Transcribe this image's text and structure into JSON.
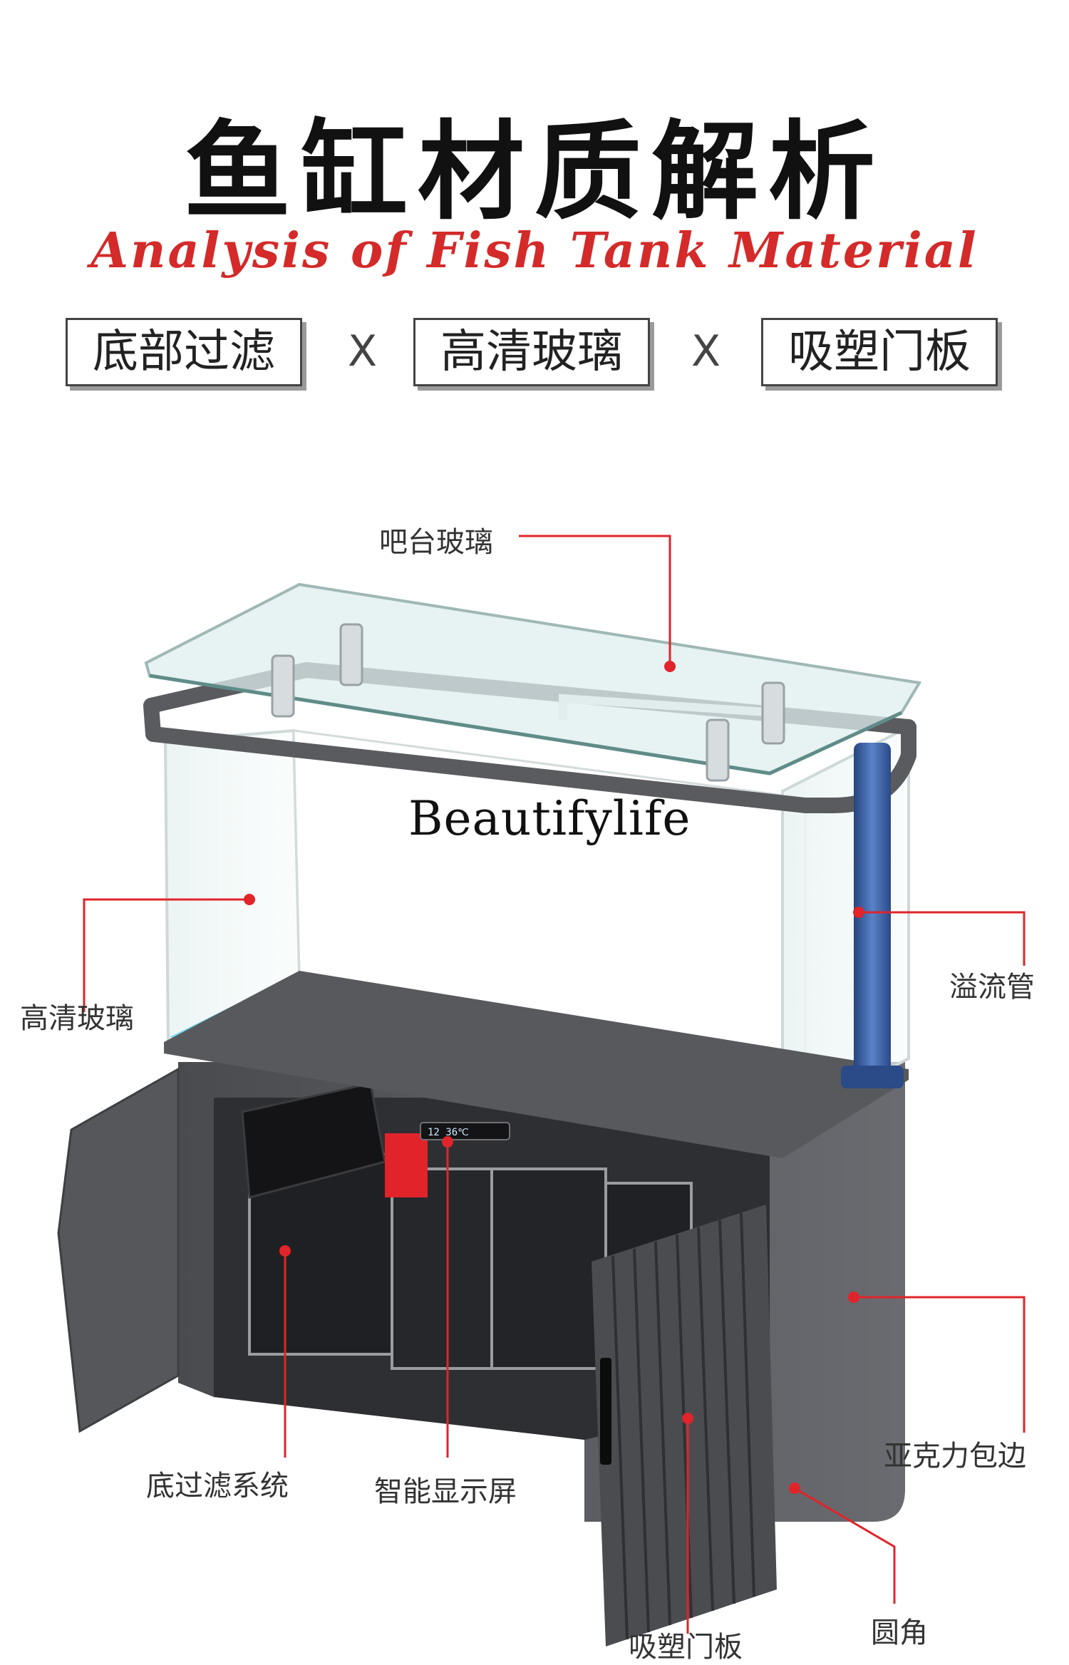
{
  "header": {
    "title": "鱼缸材质解析",
    "subtitle": "Analysis of Fish Tank Material",
    "subtitle_color": "#d42a2a"
  },
  "features": {
    "items": [
      "底部过滤",
      "高清玻璃",
      "吸塑门板"
    ],
    "separator": "X"
  },
  "diagram": {
    "callouts": {
      "bar_glass": "吧台玻璃",
      "hd_glass": "高清玻璃",
      "overflow_pipe": "溢流管",
      "bottom_filter": "底过滤系统",
      "smart_display": "智能显示屏",
      "acrylic_edge": "亚克力包边",
      "blister_door": "吸塑门板",
      "rounded_corner": "圆角"
    },
    "watermark": "Beautifylife",
    "display_readout": "12  36℃",
    "accent_color": "#e0242a",
    "water_color": "#7fe0f5",
    "cabinet_color": "#5a5b5f",
    "pipe_color": "#3b5ea6"
  }
}
